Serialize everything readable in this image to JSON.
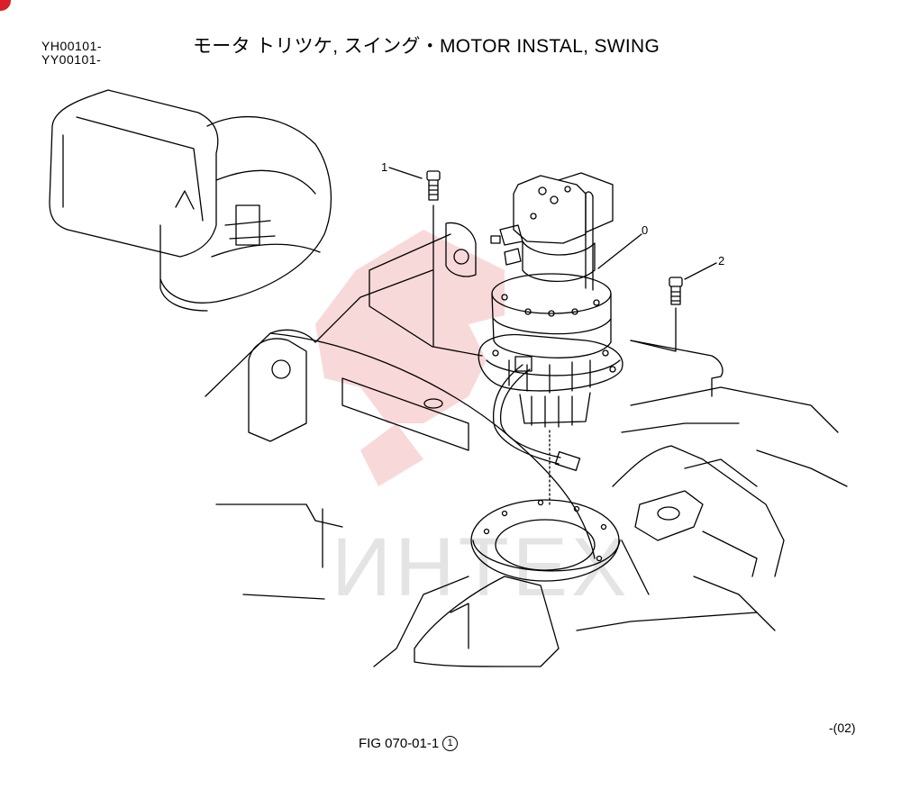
{
  "header": {
    "serial_1": "YH00101-",
    "serial_2": "YY00101-",
    "title": "モータ トリツケ, スイング・MOTOR INSTAL, SWING"
  },
  "callouts": {
    "c0": "0",
    "c1": "1",
    "c2": "2"
  },
  "watermark": {
    "text": "ИНТЕХ",
    "color": "#e23a3a"
  },
  "footer": {
    "revision": "-(02)",
    "figure": "FIG 070-01-1",
    "sheet": "1"
  },
  "colors": {
    "corner_mark": "#d8202a",
    "line": "#000000"
  }
}
